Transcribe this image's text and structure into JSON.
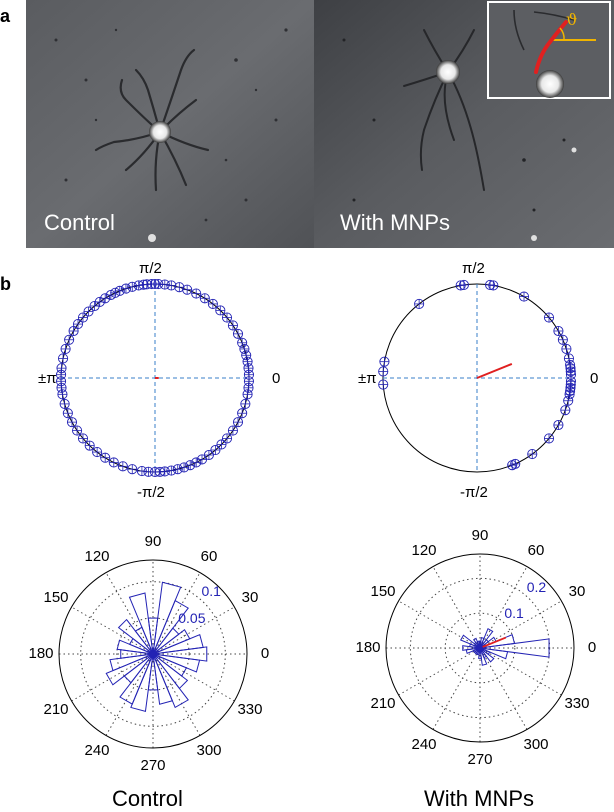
{
  "figure": {
    "panel_a_label": "a",
    "panel_b_label": "b",
    "micrographs": [
      {
        "label": "Control"
      },
      {
        "label": "With MNPs",
        "inset_angle_symbol": "ϑ"
      }
    ],
    "compass_plots": [
      {
        "labels": {
          "top": "π/2",
          "bottom": "-π/2",
          "left": "±π",
          "right": "0"
        },
        "resultant": {
          "angle_deg": 0,
          "length": 0.04
        },
        "marker_angles_deg": [
          88,
          90,
          92,
          95,
          97,
          100,
          104,
          108,
          112,
          115,
          118,
          122,
          126,
          130,
          135,
          140,
          145,
          150,
          156,
          162,
          168,
          174,
          178,
          182,
          186,
          190,
          196,
          202,
          208,
          214,
          220,
          226,
          232,
          238,
          244,
          250,
          256,
          262,
          266,
          270,
          273,
          276,
          280,
          284,
          288,
          292,
          296,
          300,
          305,
          310,
          315,
          320,
          326,
          332,
          338,
          344,
          350,
          354,
          358,
          2,
          6,
          10,
          14,
          18,
          22,
          28,
          34,
          40,
          46,
          52,
          58,
          64,
          70,
          75,
          80,
          84
        ]
      },
      {
        "labels": {
          "top": "π/2",
          "bottom": "-π/2",
          "left": "±π",
          "right": "0"
        },
        "resultant": {
          "angle_deg": 22,
          "length": 0.4
        },
        "marker_angles_deg": [
          60,
          80,
          82,
          98,
          100,
          128,
          170,
          176,
          184,
          292,
          294,
          306,
          320,
          330,
          340,
          346,
          350,
          352,
          354,
          356,
          358,
          2,
          4,
          6,
          8,
          12,
          18,
          24,
          30,
          40
        ]
      }
    ],
    "captions": [
      "Control",
      "With MNPs"
    ]
  },
  "chart_data": [
    {
      "type": "polar-histogram",
      "title": "",
      "angle_ticks": [
        "0",
        "30",
        "60",
        "90",
        "120",
        "150",
        "180",
        "210",
        "240",
        "270",
        "300",
        "330"
      ],
      "radial_ticks": [
        "0.05",
        "0.1"
      ],
      "rmax": 0.13,
      "bin_width_deg": 15,
      "bin_centers_deg": [
        0,
        15,
        30,
        45,
        60,
        75,
        90,
        105,
        120,
        135,
        150,
        165,
        180,
        195,
        210,
        225,
        240,
        255,
        270,
        285,
        300,
        315,
        330,
        345
      ],
      "values": [
        0.075,
        0.07,
        0.055,
        0.045,
        0.08,
        0.1,
        0.05,
        0.085,
        0.04,
        0.06,
        0.035,
        0.05,
        0.045,
        0.06,
        0.07,
        0.05,
        0.075,
        0.08,
        0.05,
        0.07,
        0.08,
        0.06,
        0.05,
        0.065
      ],
      "resultant": {
        "angle_deg": 0,
        "length": 0.003
      }
    },
    {
      "type": "polar-histogram",
      "title": "",
      "angle_ticks": [
        "0",
        "30",
        "60",
        "90",
        "120",
        "150",
        "180",
        "210",
        "240",
        "270",
        "300",
        "330"
      ],
      "radial_ticks": [
        "0.1",
        "0.2"
      ],
      "rmax": 0.27,
      "bin_width_deg": 15,
      "bin_centers_deg": [
        0,
        15,
        30,
        45,
        60,
        75,
        90,
        105,
        120,
        135,
        150,
        165,
        180,
        195,
        210,
        225,
        240,
        255,
        270,
        285,
        300,
        315,
        330,
        345
      ],
      "values": [
        0.2,
        0.1,
        0.05,
        0.03,
        0.06,
        0.03,
        0.02,
        0.02,
        0.03,
        0.02,
        0.06,
        0.03,
        0.05,
        0.04,
        0.02,
        0.02,
        0.02,
        0.02,
        0.03,
        0.05,
        0.03,
        0.05,
        0.03,
        0.08
      ],
      "resultant": {
        "angle_deg": 22,
        "length": 0.08
      }
    }
  ]
}
